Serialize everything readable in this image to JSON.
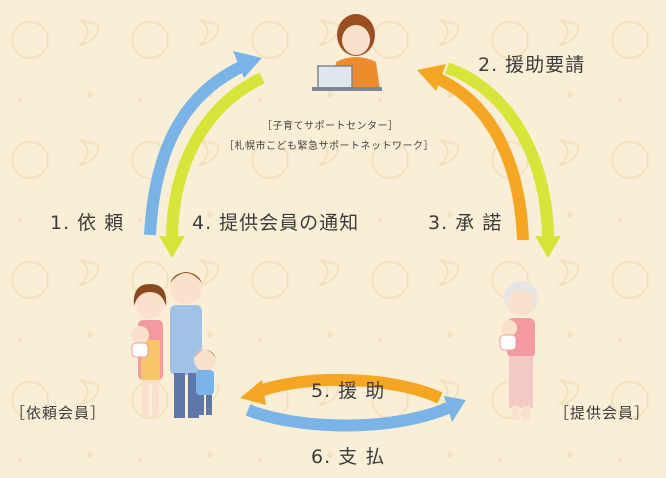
{
  "center": {
    "line1": "［子育てサポートセンター］",
    "line2": "［札幌市こども緊急サポートネットワーク］"
  },
  "steps": [
    {
      "label": "1. 依 頼"
    },
    {
      "label": "2. 援助要請"
    },
    {
      "label": "3. 承 諾"
    },
    {
      "label": "4. 提供会員の通知"
    },
    {
      "label": "5. 援 助"
    },
    {
      "label": "6. 支 払"
    }
  ],
  "roles": {
    "requester": "［依頼会員］",
    "provider": "［提供会員］"
  },
  "colors": {
    "background": "#faefd6",
    "blue_arrow": "#7ab3e6",
    "lime_arrow": "#d9e43a",
    "orange_arrow": "#f5a623",
    "text": "#3c3c3c"
  }
}
